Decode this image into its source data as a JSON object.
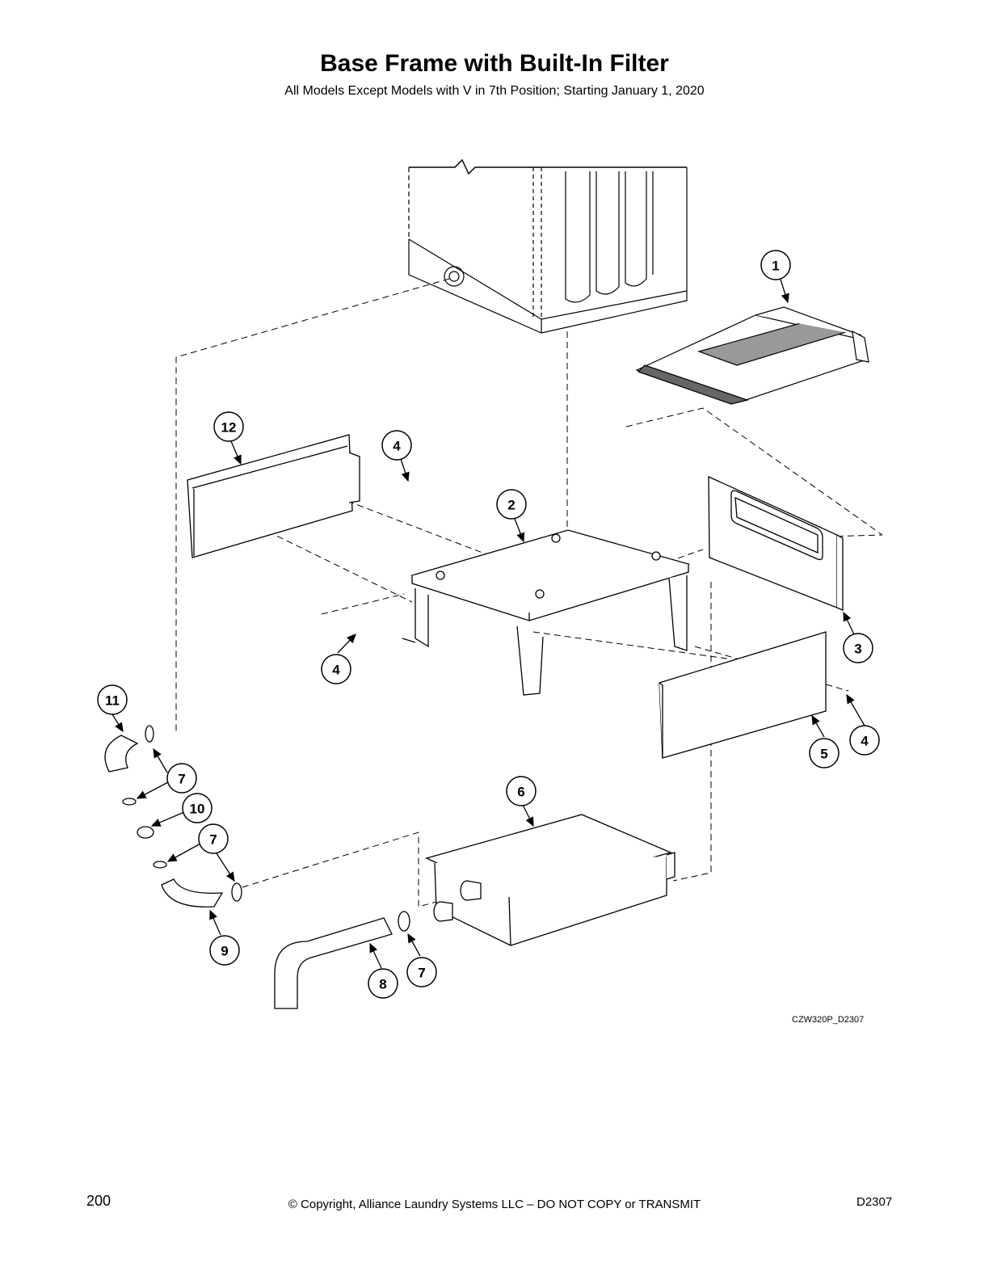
{
  "title": "Base Frame with Built-In Filter",
  "subtitle": "All Models Except Models with V in 7th Position; Starting January 1, 2020",
  "drawing_id": "CZW320P_D2307",
  "footer": {
    "page_number": "200",
    "copyright": "© Copyright, Alliance Laundry Systems LLC – DO NOT COPY or TRANSMIT",
    "doc_code": "D2307"
  },
  "callouts": [
    {
      "id": "c1",
      "label": "1"
    },
    {
      "id": "c2",
      "label": "2"
    },
    {
      "id": "c3",
      "label": "3"
    },
    {
      "id": "c4a",
      "label": "4"
    },
    {
      "id": "c4b",
      "label": "4"
    },
    {
      "id": "c4c",
      "label": "4"
    },
    {
      "id": "c5",
      "label": "5"
    },
    {
      "id": "c6",
      "label": "6"
    },
    {
      "id": "c7a",
      "label": "7"
    },
    {
      "id": "c7b",
      "label": "7"
    },
    {
      "id": "c7c",
      "label": "7"
    },
    {
      "id": "c8",
      "label": "8"
    },
    {
      "id": "c9",
      "label": "9"
    },
    {
      "id": "c10",
      "label": "10"
    },
    {
      "id": "c11",
      "label": "11"
    },
    {
      "id": "c12",
      "label": "12"
    }
  ]
}
